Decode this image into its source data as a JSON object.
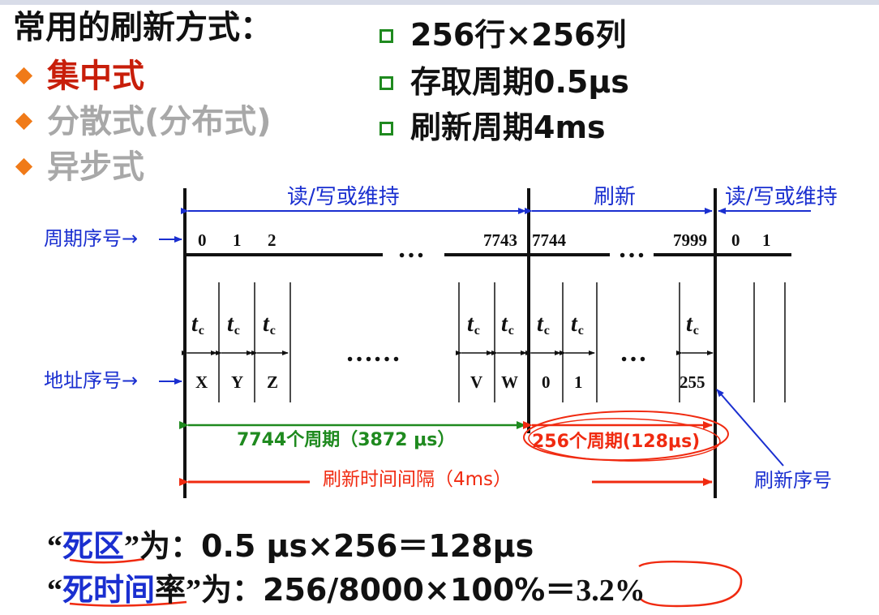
{
  "heading": "常用的刷新方式：",
  "methods": [
    {
      "label": "集中式",
      "color": "#c81e0a"
    },
    {
      "label": "分散式(分布式)",
      "color": "#a8a8a8"
    },
    {
      "label": "异步式",
      "color": "#a8a8a8"
    }
  ],
  "specs": [
    "256行×256列",
    "存取周期0.5μs",
    "刷新周期4ms"
  ],
  "diagram": {
    "phase_labels": [
      "读/写或维持",
      "刷新",
      "读/写或维持"
    ],
    "cycle_label": "周期序号→",
    "address_label": "地址序号→",
    "refresh_seq_label": "刷新序号",
    "cycle_numbers": [
      "0",
      "1",
      "2",
      "7743",
      "7744",
      "7999",
      "0",
      "1"
    ],
    "address_values": [
      "X",
      "Y",
      "Z",
      "V",
      "W",
      "0",
      "1",
      "255"
    ],
    "tc_symbol": "t",
    "tc_subscript": "c",
    "ellipsis_short": "…",
    "ellipsis_long": "……",
    "rw_period": "7744个周期（3872 μs）",
    "refresh_period": "256个周期(128μs)",
    "interval": "刷新时间间隔（4ms）"
  },
  "dead_zone": {
    "q_open": "“",
    "term": "死区",
    "q_close": "”",
    "rest": "为：0.5 μs×256＝128μs"
  },
  "dead_ratio": {
    "q_open": "“",
    "term": "死时间",
    "term_tail": "率",
    "q_close": "”",
    "mid": "为：256/8000×100%＝",
    "result": "3.2%"
  },
  "colors": {
    "accent_red": "#c81e0a",
    "arrow_red": "#f02a10",
    "blue": "#1a2fd0",
    "green": "#1f8a1f",
    "gray": "#a8a8a8",
    "bullet_orange": "#f07a18"
  }
}
